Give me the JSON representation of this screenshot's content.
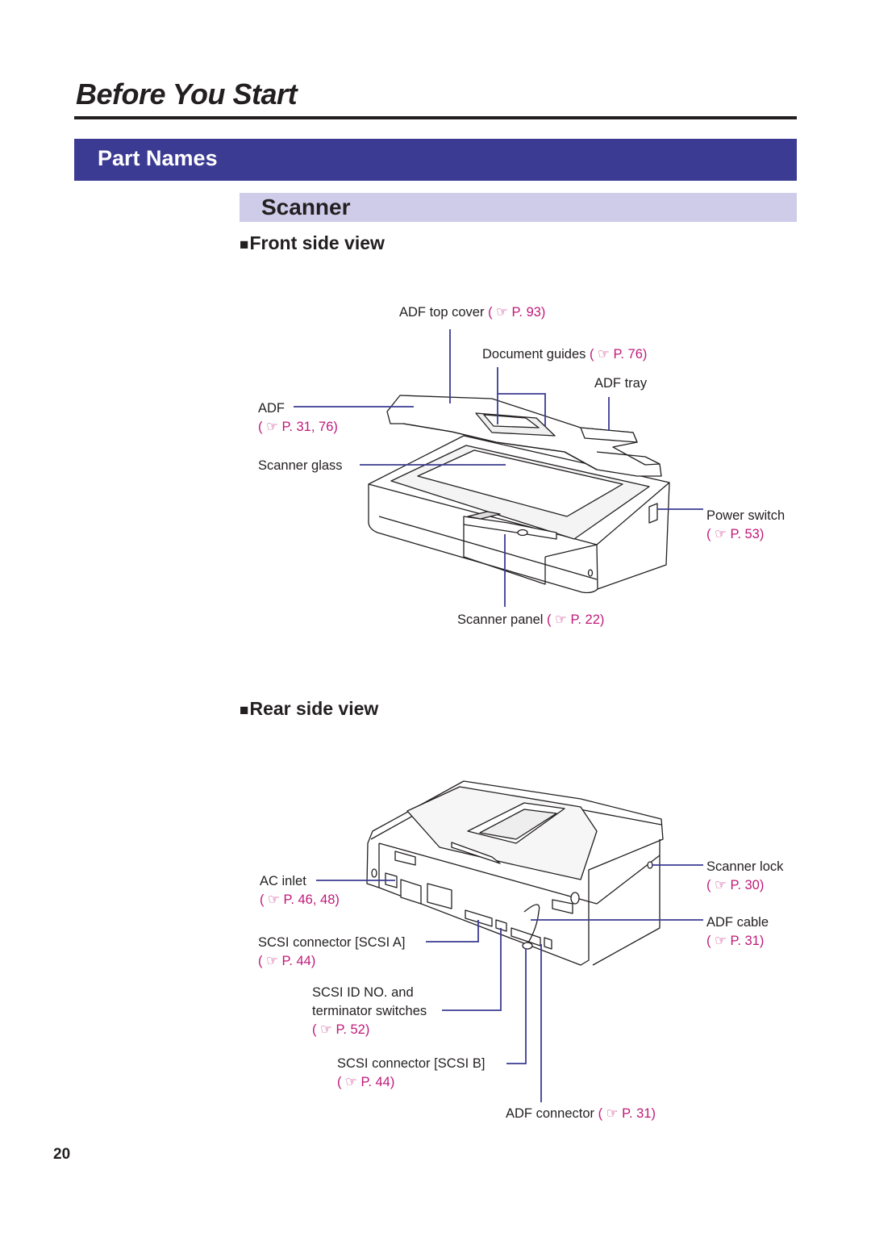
{
  "header": {
    "chapter_title": "Before You Start",
    "section_title": "Part Names",
    "subsection_title": "Scanner"
  },
  "front_view": {
    "heading_marker": "■",
    "heading": "Front side view",
    "labels": {
      "adf_top_cover": {
        "text": "ADF top cover",
        "ref": "( ☞ P. 93)"
      },
      "document_guides": {
        "text": "Document guides",
        "ref": "( ☞ P. 76)"
      },
      "adf_tray": {
        "text": "ADF tray"
      },
      "adf": {
        "text": "ADF",
        "ref": "( ☞ P. 31, 76)"
      },
      "scanner_glass": {
        "text": "Scanner glass"
      },
      "power_switch": {
        "text": "Power switch",
        "ref": "( ☞ P. 53)"
      },
      "scanner_panel": {
        "text": "Scanner panel",
        "ref": "( ☞ P. 22)"
      }
    }
  },
  "rear_view": {
    "heading_marker": "■",
    "heading": "Rear side view",
    "labels": {
      "ac_inlet": {
        "text": "AC inlet",
        "ref": "( ☞ P. 46, 48)"
      },
      "scsi_a": {
        "text": "SCSI connector [SCSI A]",
        "ref": "( ☞ P. 44)"
      },
      "scsi_id": {
        "text_line1": "SCSI ID NO. and",
        "text_line2": "terminator switches",
        "ref": "( ☞ P. 52)"
      },
      "scsi_b": {
        "text": "SCSI connector [SCSI B]",
        "ref": "( ☞ P. 44)"
      },
      "adf_connector": {
        "text": "ADF connector",
        "ref": "( ☞ P. 31)"
      },
      "scanner_lock": {
        "text": "Scanner lock",
        "ref": "( ☞ P. 30)"
      },
      "adf_cable": {
        "text": "ADF cable",
        "ref": "( ☞ P. 31)"
      }
    }
  },
  "footer": {
    "page_number": "20"
  },
  "colors": {
    "section_bar": "#3c3b93",
    "sub_bar": "#cfcce9",
    "leader_line": "#3c3b93",
    "page_ref": "#c0197a"
  }
}
